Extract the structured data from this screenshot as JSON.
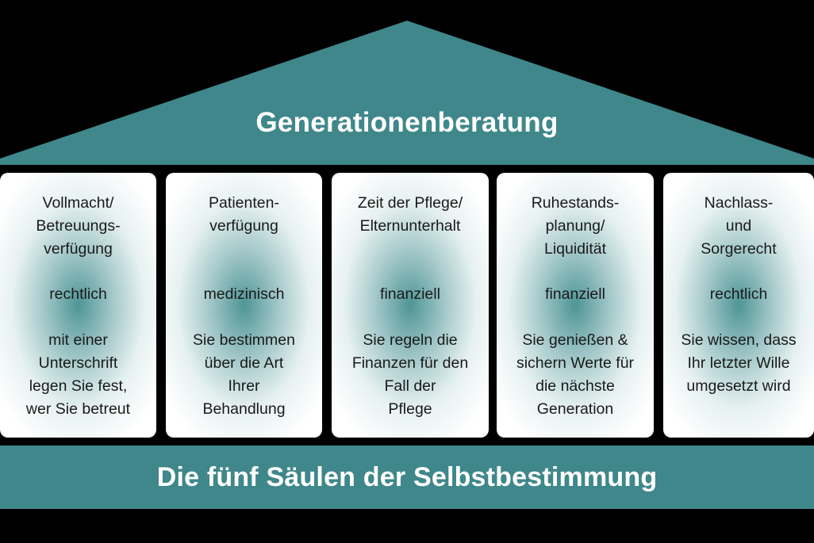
{
  "colors": {
    "teal": "#3f878b",
    "background": "#000000",
    "text_dark": "#1a1a1a",
    "text_light": "#ffffff"
  },
  "roof": {
    "title": "Generationenberatung"
  },
  "pillars": [
    {
      "heading": "Vollmacht/\nBetreuungs-\nverfügung",
      "kind": "rechtlich",
      "description": "mit einer\nUnterschrift\nlegen Sie fest,\nwer Sie betreut"
    },
    {
      "heading": "Patienten-\nverfügung",
      "kind": "medizinisch",
      "description": "Sie bestimmen\nüber die Art\nIhrer\nBehandlung"
    },
    {
      "heading": "Zeit der Pflege/\nElternunterhalt",
      "kind": "finanziell",
      "description": "Sie regeln die\nFinanzen für den\nFall der\nPflege"
    },
    {
      "heading": "Ruhestands-\nplanung/\nLiquidität",
      "kind": "finanziell",
      "description": "Sie genießen &\nsichern Werte für\ndie nächste\nGeneration"
    },
    {
      "heading": "Nachlass-\nund\nSorgerecht",
      "kind": "rechtlich",
      "description": "Sie wissen, dass\nIhr letzter Wille\numgesetzt wird"
    }
  ],
  "base": {
    "title": "Die fünf Säulen der Selbstbestimmung"
  }
}
